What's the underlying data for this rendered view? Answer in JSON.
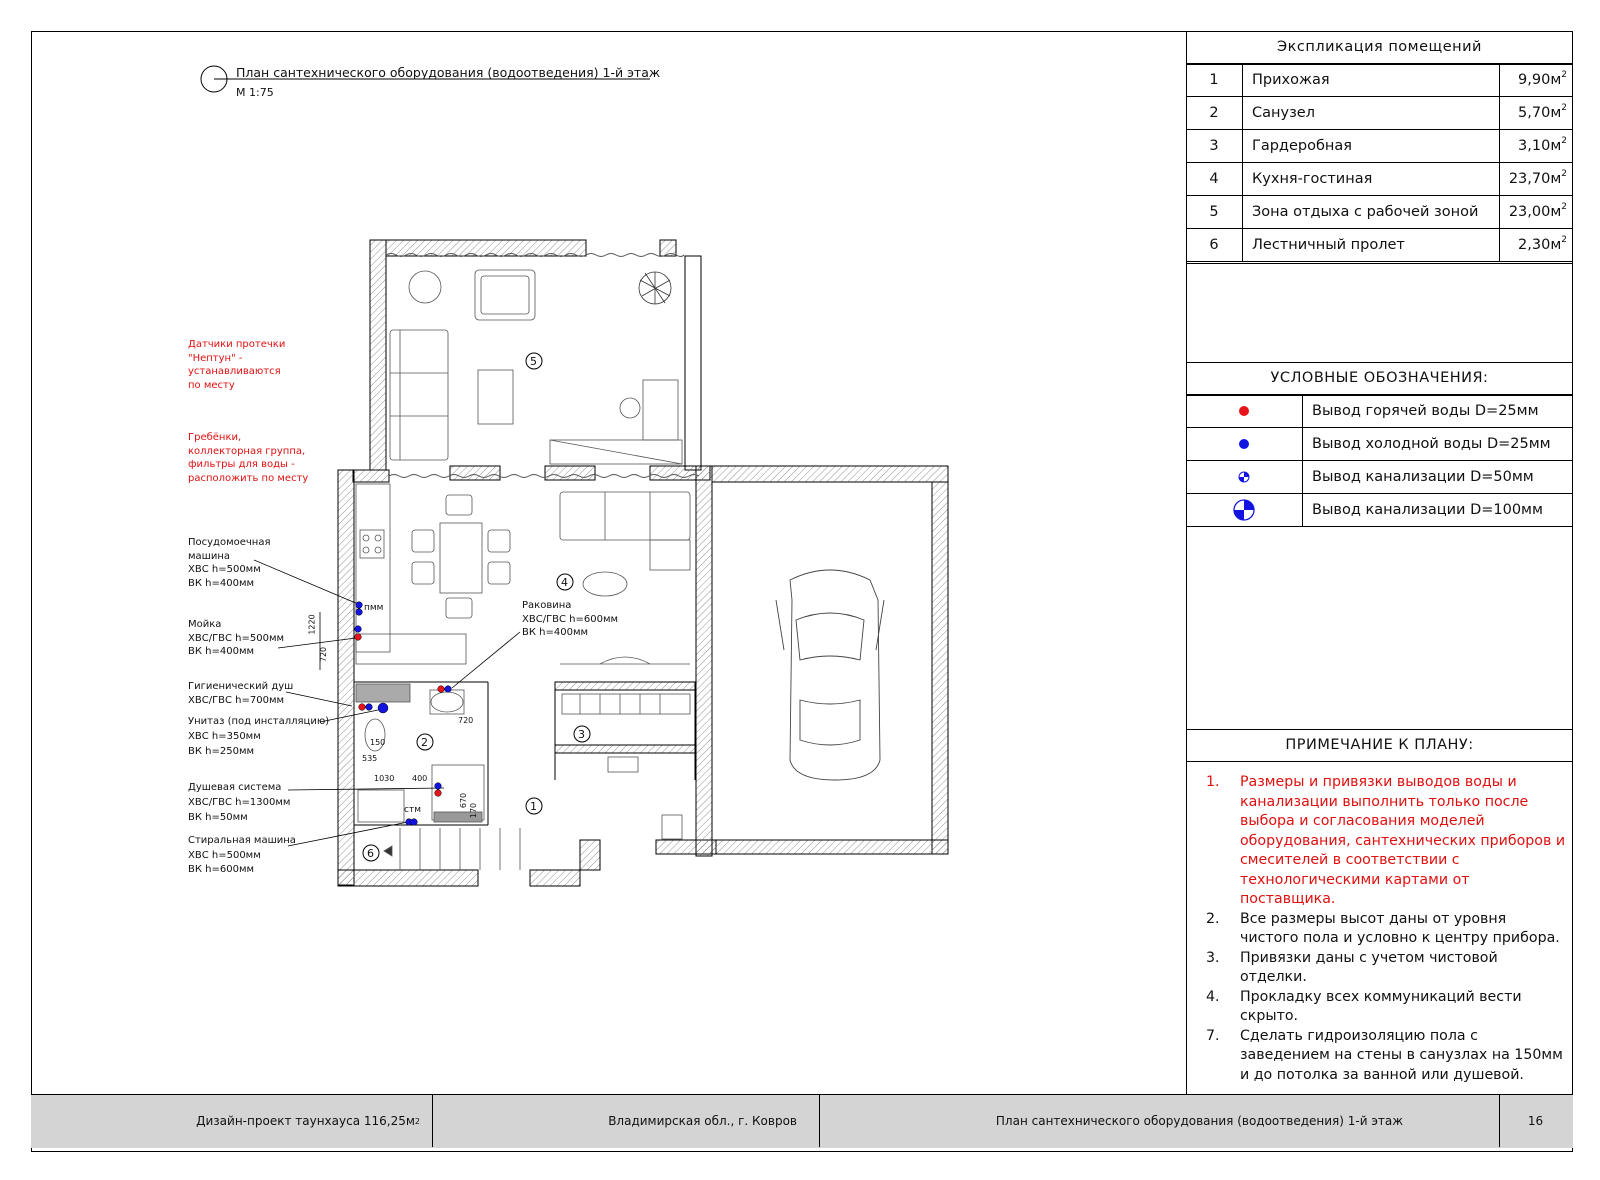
{
  "drawing": {
    "title": "План сантехнического оборудования (водоотведения) 1-й этаж",
    "scale": "М 1:75",
    "red_notes": [
      [
        "Датчики протечки",
        "\"Нептун\" -",
        "устанавливаются",
        "по месту"
      ],
      [
        "Гребёнки,",
        "коллекторная группа,",
        "фильтры для воды -",
        "расположить по месту"
      ]
    ],
    "callouts": {
      "dishwasher": [
        "Посудомоечная",
        "машина",
        "ХВС h=500мм",
        "ВК h=400мм"
      ],
      "sink": [
        "Мойка",
        "ХВС/ГВС h=500мм",
        "ВК h=400мм"
      ],
      "hygienic_shower": [
        "Гигиенический душ",
        "ХВС/ГВС h=700мм"
      ],
      "toilet": [
        "Унитаз (под инсталляцию)",
        "ХВС h=350мм",
        "ВК h=250мм"
      ],
      "shower_system": [
        "Душевая система",
        "ХВС/ГВС h=1300мм",
        "ВК h=50мм"
      ],
      "washing_machine": [
        "Стиральная машина",
        "ХВС h=500мм",
        "ВК h=600мм"
      ],
      "washbasin": [
        "Раковина",
        "ХВС/ГВС h=600мм",
        "ВК h=400мм"
      ]
    },
    "plan_labels": {
      "pmm": "пмм",
      "stm": "стм",
      "dims": [
        "1220",
        "720",
        "720",
        "150",
        "535",
        "1030",
        "400",
        "670",
        "170"
      ]
    },
    "rooms": [
      "1",
      "2",
      "3",
      "4",
      "5",
      "6"
    ]
  },
  "explication": {
    "title": "Экспликация помещений",
    "rows": [
      {
        "num": "1",
        "name": "Прихожая",
        "area": "9,90м",
        "unit_sup": "2"
      },
      {
        "num": "2",
        "name": "Санузел",
        "area": "5,70м",
        "unit_sup": "2"
      },
      {
        "num": "3",
        "name": "Гардеробная",
        "area": "3,10м",
        "unit_sup": "2"
      },
      {
        "num": "4",
        "name": "Кухня-гостиная",
        "area": "23,70м",
        "unit_sup": "2"
      },
      {
        "num": "5",
        "name": "Зона отдыха с рабочей зоной",
        "area": "23,00м",
        "unit_sup": "2"
      },
      {
        "num": "6",
        "name": "Лестничный пролет",
        "area": "2,30м",
        "unit_sup": "2"
      }
    ]
  },
  "legend": {
    "title": "УСЛОВНЫЕ ОБОЗНАЧЕНИЯ:",
    "items": [
      {
        "symbol": "red-dot-icon",
        "label": "Вывод горячей воды D=25мм"
      },
      {
        "symbol": "blue-dot-icon",
        "label": "Вывод холодной воды D=25мм"
      },
      {
        "symbol": "sewer-50-icon",
        "label": "Вывод канализации D=50мм"
      },
      {
        "symbol": "sewer-100-icon",
        "label": "Вывод канализации D=100мм"
      }
    ]
  },
  "notes": {
    "title": "ПРИМЕЧАНИЕ К ПЛАНУ:",
    "items": [
      {
        "num": "1.",
        "text": "Размеры и привязки выводов воды и канализации выполнить только после выбора и согласования моделей оборудования, сантехнических приборов и смесителей в соответствии с технологическими картами от поставщика.",
        "highlight": true
      },
      {
        "num": "2.",
        "text": "Все размеры высот даны от уровня чистого пола и условно к центру прибора.",
        "highlight": false
      },
      {
        "num": "3.",
        "text": "Привязки даны с учетом чистовой отделки.",
        "highlight": false
      },
      {
        "num": "4.",
        "text": "Прокладку всех коммуникаций вести скрыто.",
        "highlight": false
      },
      {
        "num": "7.",
        "text": "Сделать гидроизоляцию пола с заведением на стены в санузлах на 150мм и до потолка за ванной или душевой.",
        "highlight": false
      }
    ]
  },
  "stamp": {
    "project": "Дизайн-проект таунхауса 116,25м",
    "project_sup": "2",
    "location": "Владимирская обл., г. Ковров",
    "sheet_title": "План сантехнического оборудования (водоотведения) 1-й этаж",
    "sheet_number": "16"
  },
  "colors": {
    "hot": "#e8141c",
    "cold": "#1414e0",
    "text_red": "#e01010",
    "stamp_bg": "#d4d4d4"
  }
}
